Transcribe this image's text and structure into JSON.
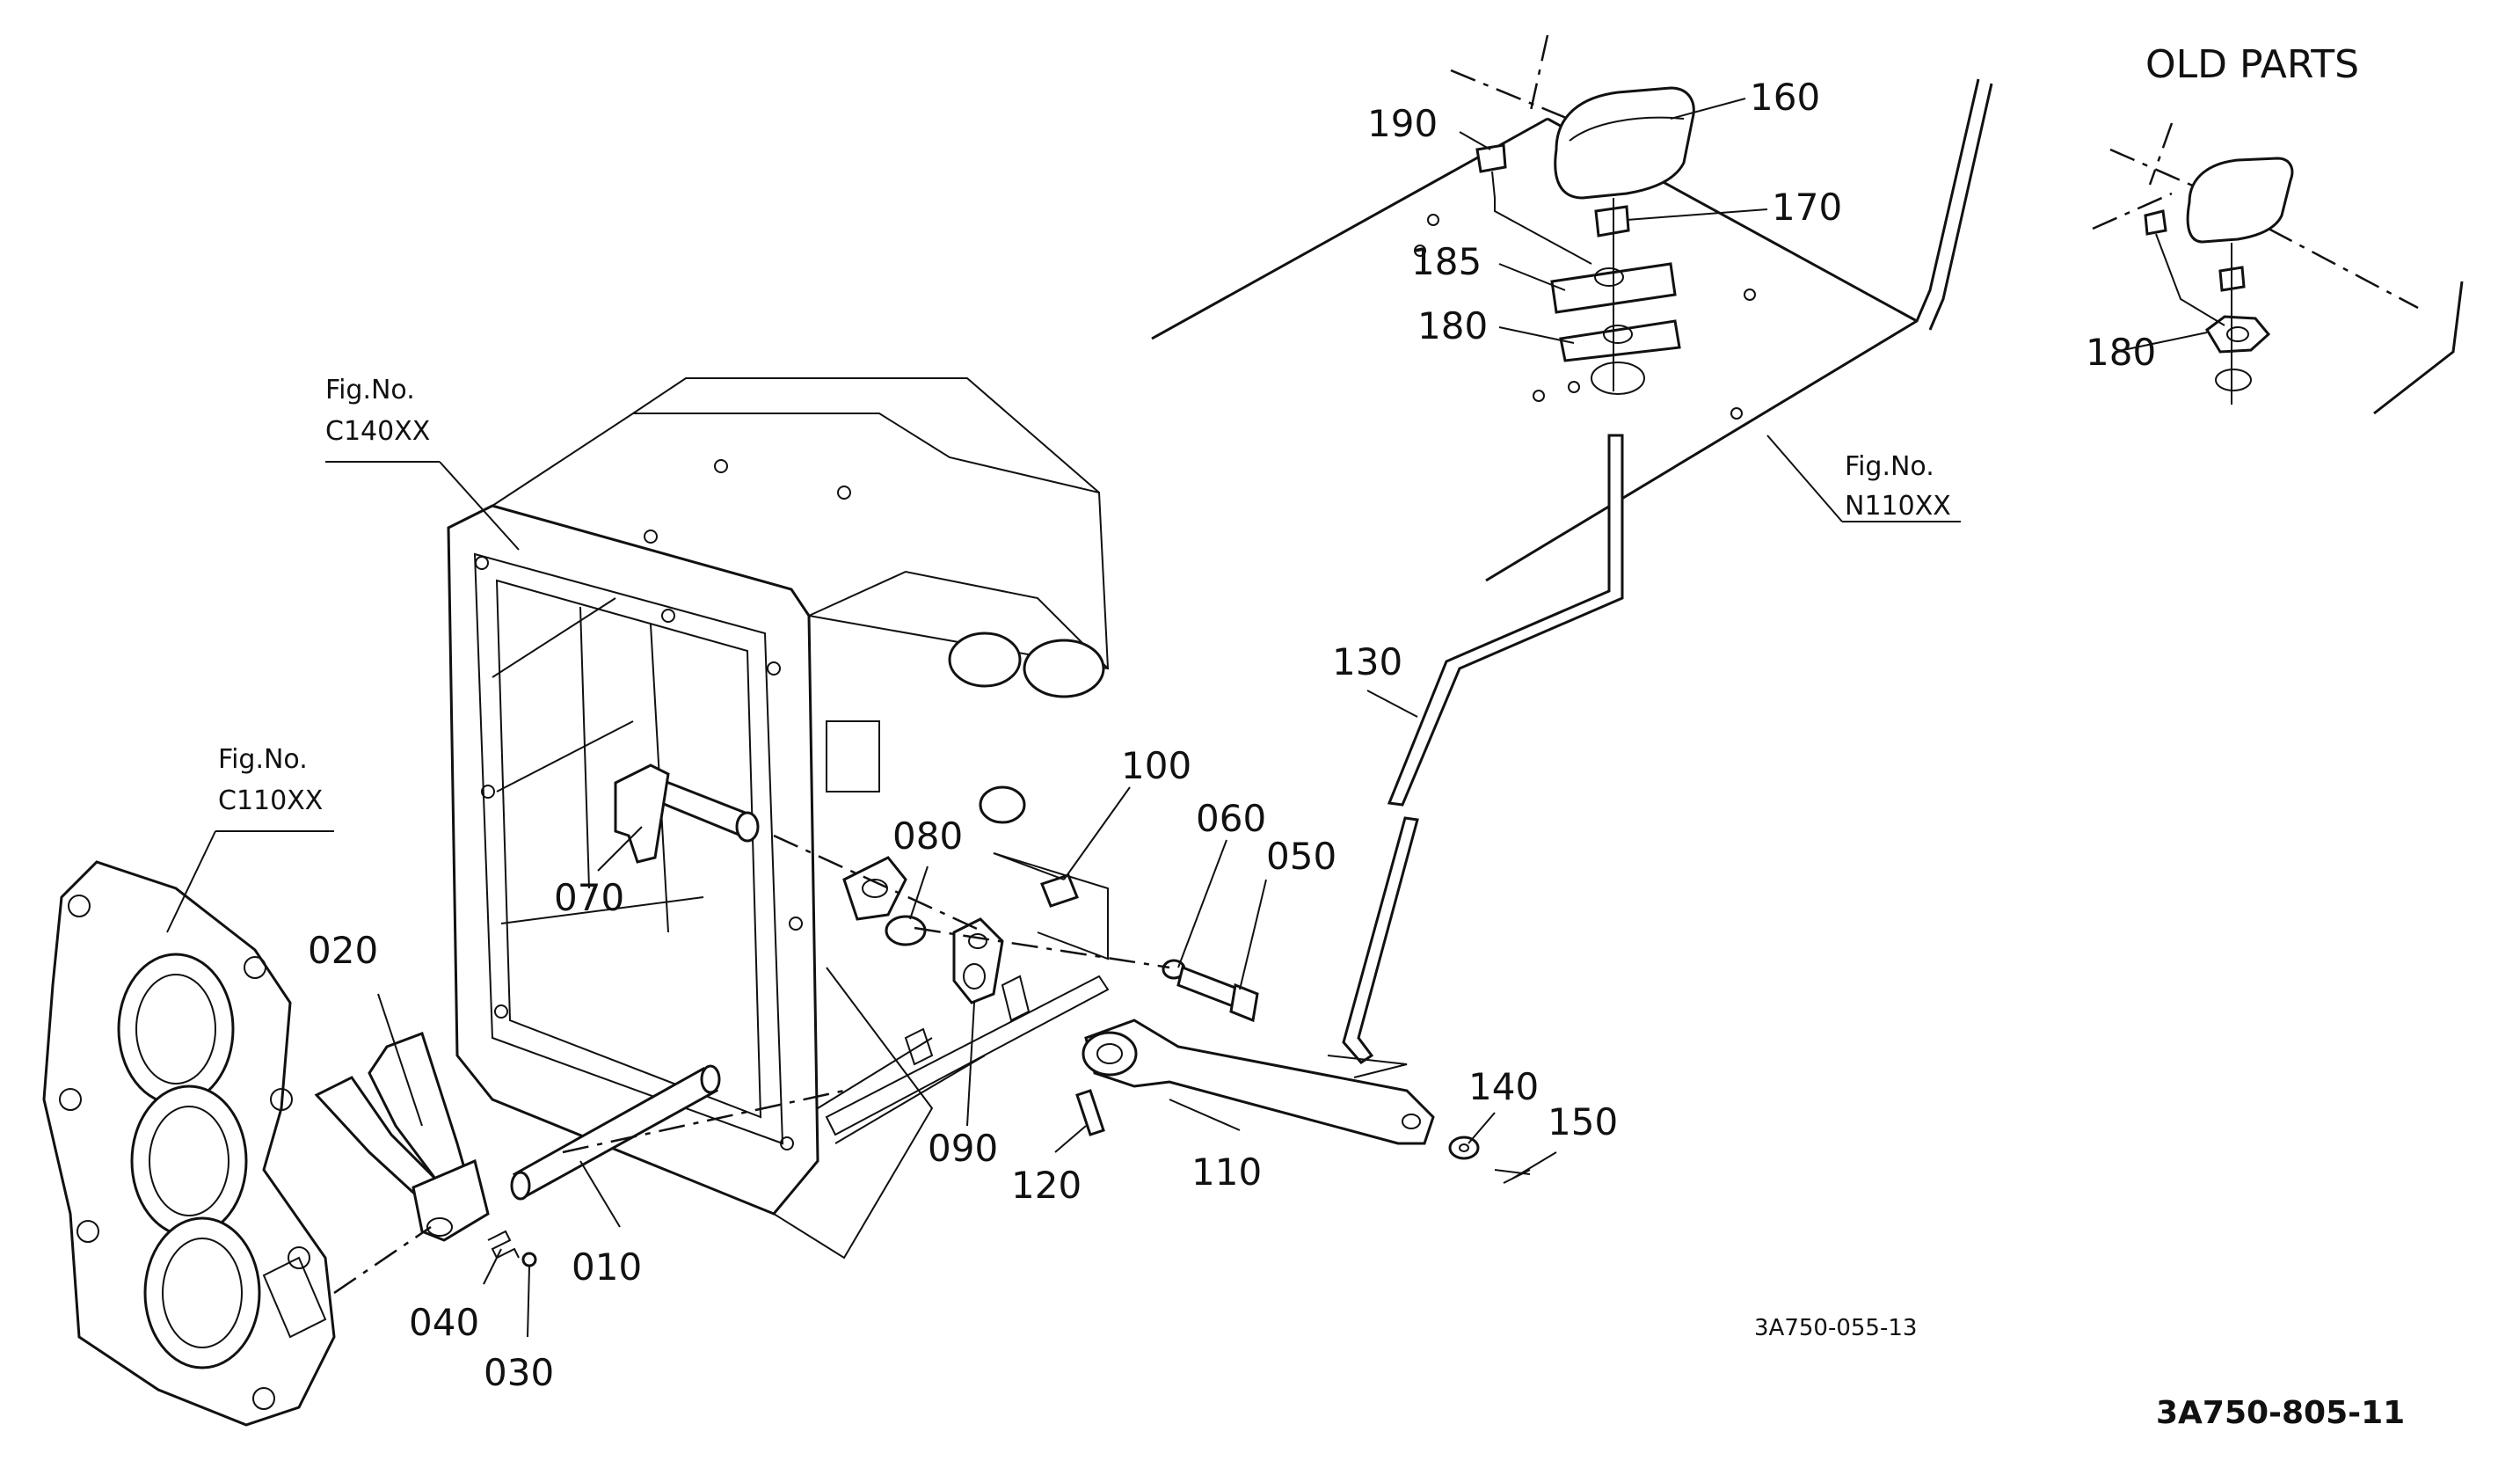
{
  "title": "OLD PARTS",
  "figure_refs": [
    {
      "label": "Fig.No.",
      "code": "C140XX"
    },
    {
      "label": "Fig.No.",
      "code": "C110XX"
    },
    {
      "label": "Fig.No.",
      "code": "N110XX"
    }
  ],
  "callouts": {
    "c010": "010",
    "c020": "020",
    "c030": "030",
    "c040": "040",
    "c050": "050",
    "c060": "060",
    "c070": "070",
    "c080": "080",
    "c090": "090",
    "c100": "100",
    "c110": "110",
    "c120": "120",
    "c130": "130",
    "c140": "140",
    "c150": "150",
    "c160": "160",
    "c170": "170",
    "c180": "180",
    "c185": "185",
    "c190": "190",
    "c180_old": "180"
  },
  "drawing_numbers": {
    "secondary": "3A750-055-13",
    "primary": "3A750-805-11"
  }
}
